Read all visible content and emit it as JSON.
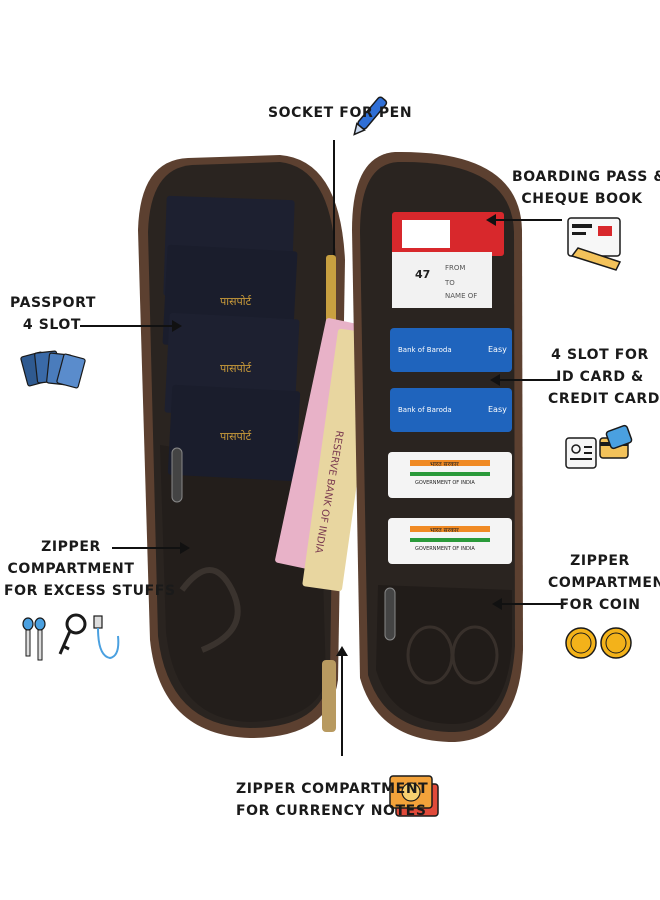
{
  "labels": {
    "pen": [
      "SOCKET FOR PEN"
    ],
    "boarding": [
      "BOARDING PASS &",
      "CHEQUE BOOK"
    ],
    "passport": [
      "PASSPORT",
      "4 SLOT"
    ],
    "id_card": [
      "4 SLOT FOR",
      "ID CARD &",
      "CREDIT CARD"
    ],
    "excess": [
      "ZIPPER",
      "COMPARTMENT",
      "FOR EXCESS STUFFS"
    ],
    "coin": [
      "ZIPPER",
      "COMPARTMENT",
      "FOR COIN"
    ],
    "currency": [
      "ZIPPER COMPARTMENT",
      "FOR CURRENCY NOTES"
    ]
  },
  "passport_text": "पासपोर्ट",
  "currency_text": "RESERVE BANK OF INDIA",
  "boarding_text": {
    "name": "NAME OF",
    "from": "FROM",
    "to": "TO",
    "seat": "47"
  },
  "bank_card_text": "Bank of Baroda",
  "bank_card_brand": "Easy",
  "gov_card_text": "GOVERNMENT OF INDIA",
  "gov_card_hindi": "भारत सरकार",
  "colors": {
    "case_leather": "#2c2520",
    "case_trim": "#6a4a30",
    "passport": "#1e2130",
    "blue_card": "#1f5fb5",
    "red_card": "#d42b2b",
    "note_pink": "#e8a8c0"
  },
  "icons": [
    "pen-icon",
    "boarding-pass-icon",
    "passports-icon",
    "id-card-icon",
    "credit-card-icon",
    "earphones-icon",
    "key-icon",
    "usb-cable-icon",
    "rupee-coin-icon",
    "currency-notes-icon"
  ]
}
